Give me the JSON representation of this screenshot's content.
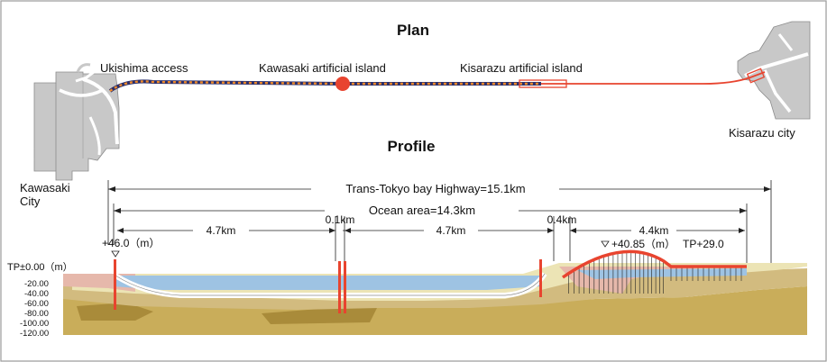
{
  "plan": {
    "title": "Plan",
    "labels": {
      "ukishima": "Ukishima access",
      "kawasaki_island": "Kawasaki artificial island",
      "kisarazu_island": "Kisarazu artificial island",
      "kawasaki_city_line1": "Kawasaki",
      "kawasaki_city_line2": "City",
      "kisarazu_city": "Kisarazu city"
    }
  },
  "profile": {
    "title": "Profile",
    "total_length": "Trans-Tokyo bay Highway=15.1km",
    "ocean_area": "Ocean area=14.3km",
    "segments": [
      "4.7km",
      "0.1km",
      "4.7km",
      "0.4km",
      "4.4km"
    ],
    "elev_left": "+46.0（m）",
    "elev_bridge": "+40.85（m）",
    "elev_tp": "TP+29.0",
    "depth_axis": {
      "zero_label": "TP±0.00（m）",
      "ticks": [
        "-20.00",
        "-40.00",
        "-60.00",
        "-80.00",
        "-100.00",
        "-120.00"
      ]
    }
  },
  "colors": {
    "water": "#9ec3e3",
    "route_red": "#e8442f",
    "route_dark": "#2b2f6b",
    "land_gray": "#c8c8c8",
    "ground_sand": "#ece4b5",
    "ground_pink": "#e6b8ab",
    "ground_tan": "#d2bb7f",
    "ground_olive": "#c9ad5a"
  }
}
